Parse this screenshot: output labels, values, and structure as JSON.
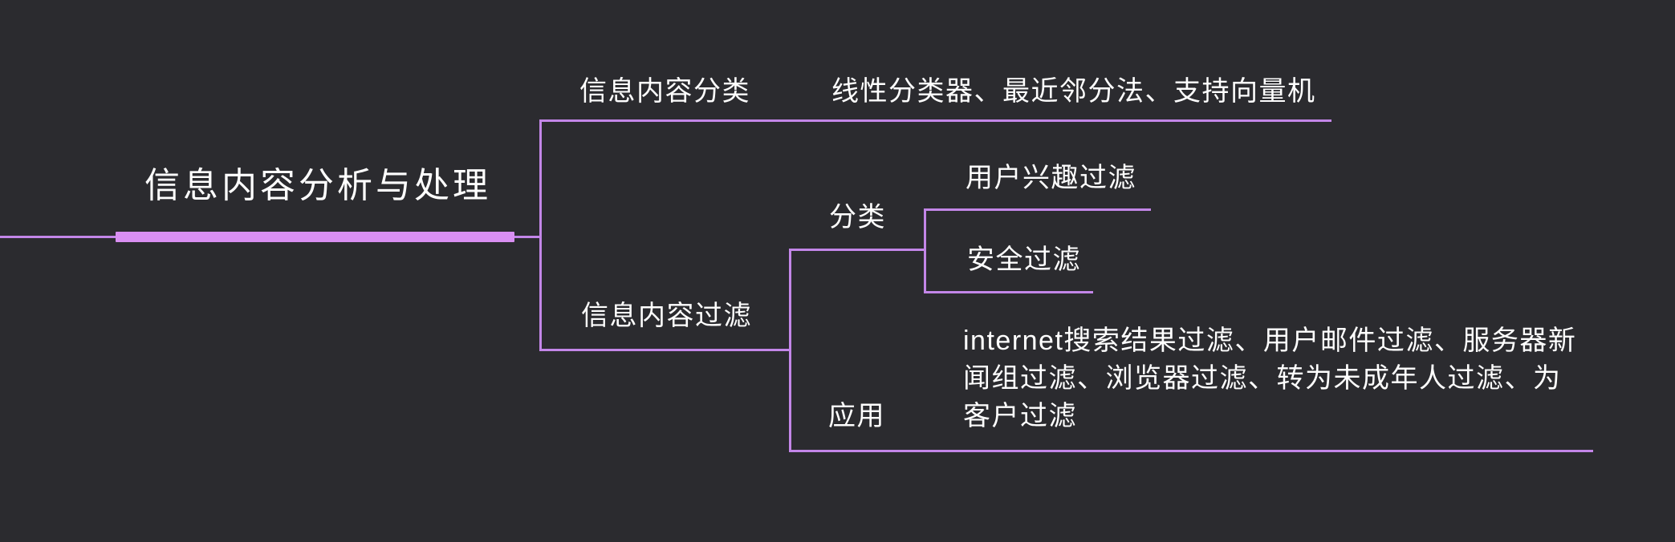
{
  "canvas": {
    "background": "#2b2b2f",
    "line_color": "#c386e8",
    "root_bar_color": "#d98ff2",
    "text_color": "#ffffff"
  },
  "mindmap": {
    "root": {
      "label": "信息内容分析与处理"
    },
    "branches": [
      {
        "label": "信息内容分类",
        "children": [
          {
            "label": "线性分类器、最近邻分法、支持向量机"
          }
        ]
      },
      {
        "label": "信息内容过滤",
        "children": [
          {
            "label": "分类",
            "children": [
              {
                "label": "用户兴趣过滤"
              },
              {
                "label": "安全过滤"
              }
            ]
          },
          {
            "label": "应用",
            "children": [
              {
                "label_lines": [
                  "internet搜索结果过滤、用户邮件过滤、服务器新",
                  "闻组过滤、浏览器过滤、转为未成年人过滤、为",
                  "客户过滤"
                ]
              }
            ]
          }
        ]
      }
    ]
  }
}
